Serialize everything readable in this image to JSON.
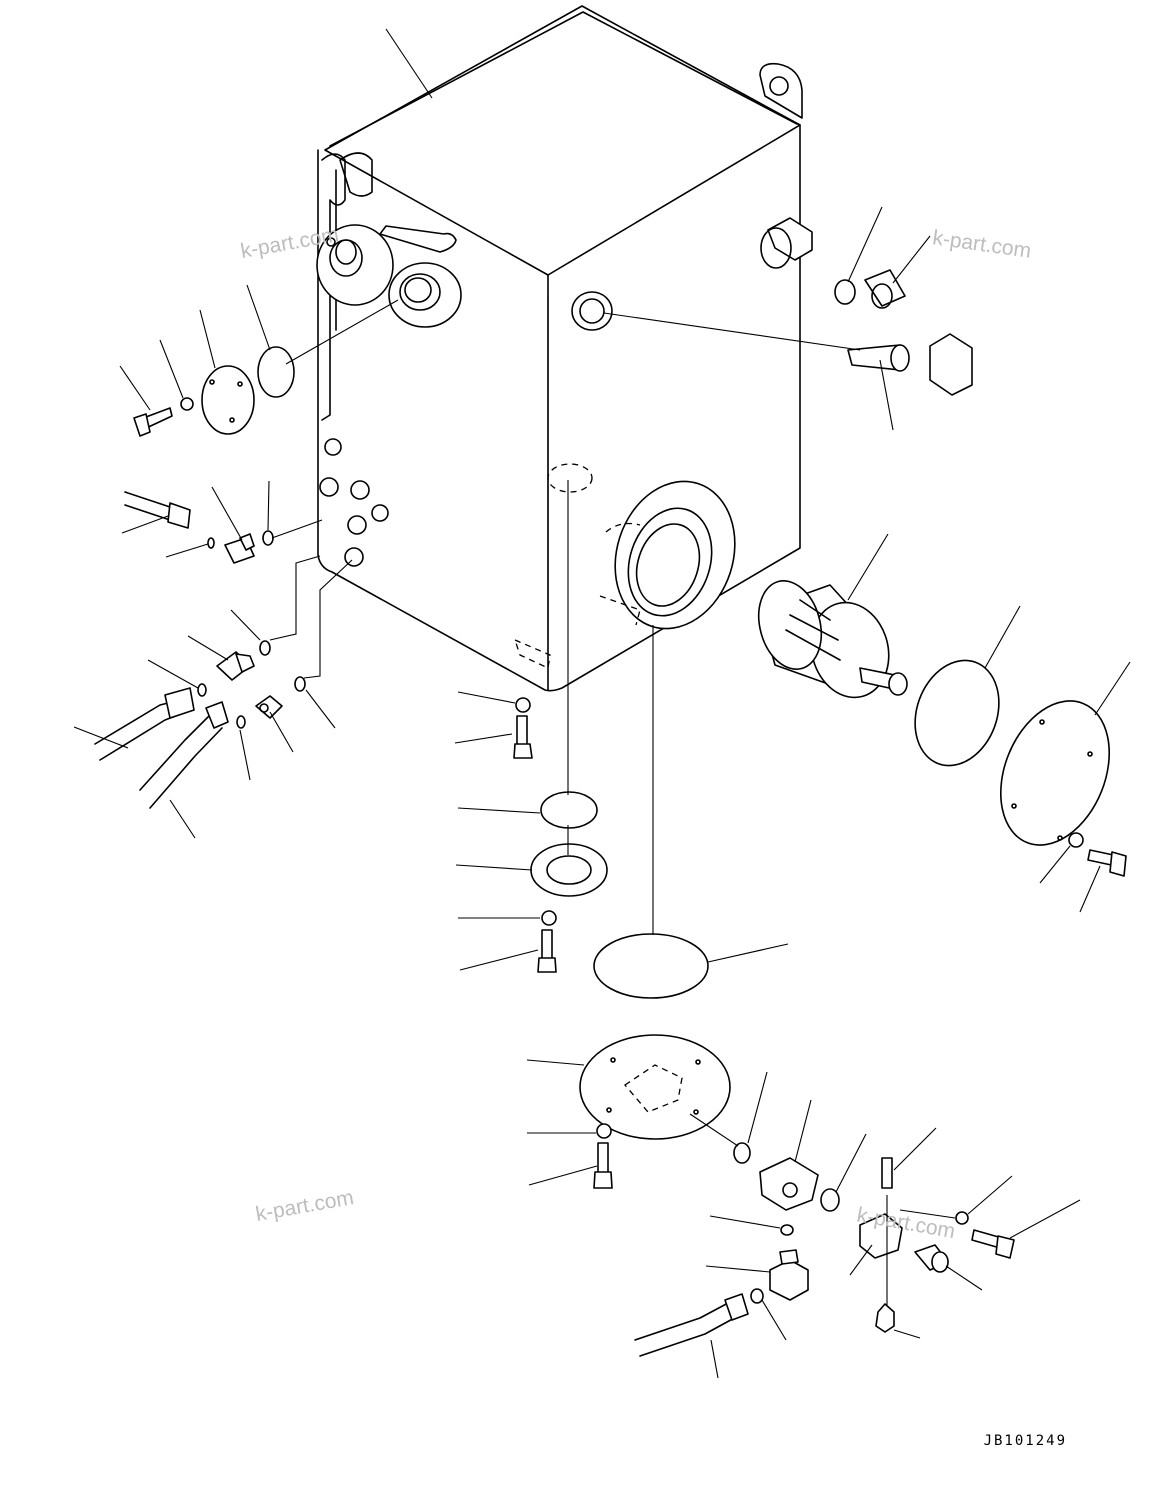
{
  "watermarks": [
    "k-part.com",
    "k-part.com",
    "k-part.com",
    "k-part.com"
  ],
  "drawing_code": "JB101249"
}
